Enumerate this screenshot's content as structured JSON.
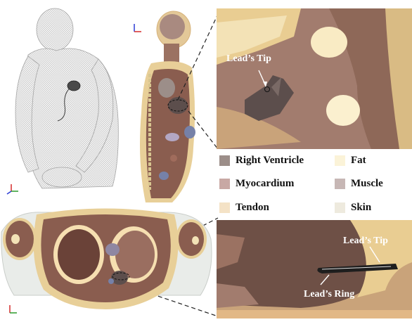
{
  "zoom_top": {
    "label": "Lead’s Tip"
  },
  "zoom_bottom": {
    "tip_label": "Lead’s Tip",
    "ring_label": "Lead’s Ring"
  },
  "legend": [
    {
      "label": "Right Ventricle",
      "color": "#9c8e89"
    },
    {
      "label": "Fat",
      "color": "#fbf3d8"
    },
    {
      "label": "Myocardium",
      "color": "#c8a8a4"
    },
    {
      "label": "Muscle",
      "color": "#c7b7b5"
    },
    {
      "label": "Tendon",
      "color": "#f4e2c6"
    },
    {
      "label": "Skin",
      "color": "#eeeade"
    }
  ],
  "colors": {
    "muscle": "#8a5d4f",
    "fat": "#e8cf98",
    "tendon": "#f6dfb1",
    "right_ventricle": "#5c4e4c",
    "mesh": "#9e9e9e"
  }
}
